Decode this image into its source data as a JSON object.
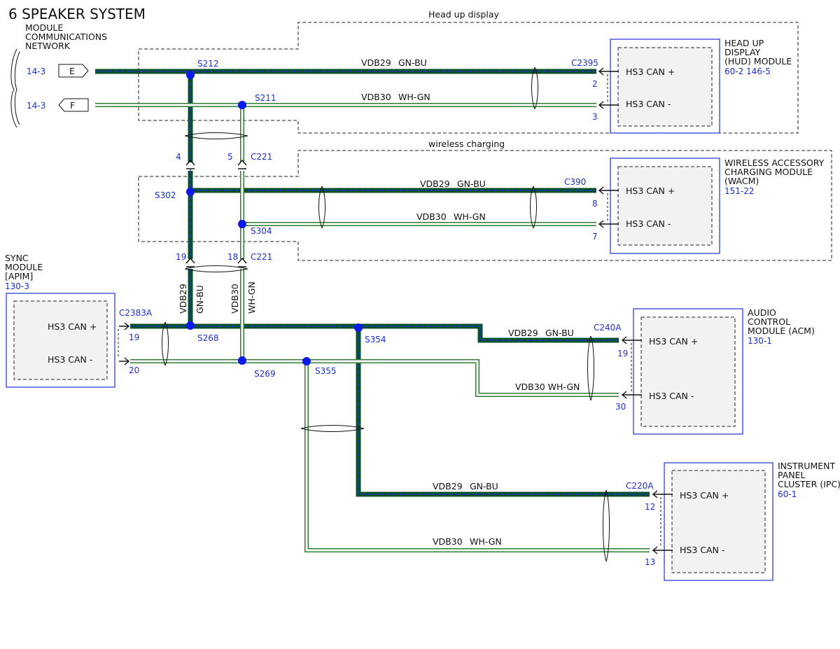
{
  "title": "6 SPEAKER SYSTEM",
  "network": {
    "label_lines": [
      "MODULE",
      "COMMUNICATIONS",
      "NETWORK"
    ],
    "pin_e_ref": "14-3",
    "pin_e": "E",
    "pin_f_ref": "14-3",
    "pin_f": "F"
  },
  "groups": {
    "hud": "Head up display",
    "wireless": "wireless charging"
  },
  "modules": {
    "hud": {
      "name_lines": [
        "HEAD UP",
        "DISPLAY",
        "(HUD) MODULE"
      ],
      "ref": "60-2  146-5",
      "connector": "C2395",
      "pin_plus": "2",
      "pin_minus": "3",
      "label_plus": "HS3 CAN +",
      "label_minus": "HS3 CAN -"
    },
    "wacm": {
      "name_lines": [
        "WIRELESS ACCESSORY",
        "CHARGING MODULE",
        "(WACM)"
      ],
      "ref": "151-22",
      "connector": "C390",
      "pin_plus": "8",
      "pin_minus": "7",
      "label_plus": "HS3 CAN +",
      "label_minus": "HS3 CAN -"
    },
    "sync": {
      "name_lines": [
        "SYNC",
        "MODULE",
        "[APIM]"
      ],
      "ref": "130-3",
      "connector": "C2383A",
      "pin_plus": "19",
      "pin_minus": "20",
      "label_plus": "HS3 CAN +",
      "label_minus": "HS3 CAN -"
    },
    "acm": {
      "name_lines": [
        "AUDIO",
        "CONTROL",
        "MODULE (ACM)"
      ],
      "ref": "130-1",
      "connector": "C240A",
      "pin_plus": "19",
      "pin_minus": "30",
      "label_plus": "HS3 CAN +",
      "label_minus": "HS3 CAN -"
    },
    "ipc": {
      "name_lines": [
        "INSTRUMENT",
        "PANEL",
        "CLUSTER (IPC)"
      ],
      "ref": "60-1",
      "connector": "C220A",
      "pin_plus": "12",
      "pin_minus": "13",
      "label_plus": "HS3 CAN +",
      "label_minus": "HS3 CAN -"
    }
  },
  "wires": {
    "plus_circuit": "VDB29",
    "plus_color": "GN-BU",
    "minus_circuit": "VDB30",
    "minus_color": "WH-GN",
    "acm_minus": "VDB30 WH-GN"
  },
  "splices": {
    "s212": "S212",
    "s211": "S211",
    "s302": "S302",
    "s304": "S304",
    "s268": "S268",
    "s269": "S269",
    "s354": "S354",
    "s355": "S355"
  },
  "inline": {
    "connector": "C221",
    "upper_plus_pin": "4",
    "upper_minus_pin": "5",
    "lower_plus_pin": "19",
    "lower_minus_pin": "18"
  },
  "colors": {
    "module_border": "#1a2fd6",
    "reference_text": "#1a2fd6",
    "splice_dot": "#0a1aeb",
    "wire_gn_bu_outer": "#0b4f2a",
    "wire_gn_bu_inner": "#1a3cc8",
    "wire_wh_gn_outer": "#2e7d32",
    "wire_wh_gn_inner": "#ffffff"
  }
}
